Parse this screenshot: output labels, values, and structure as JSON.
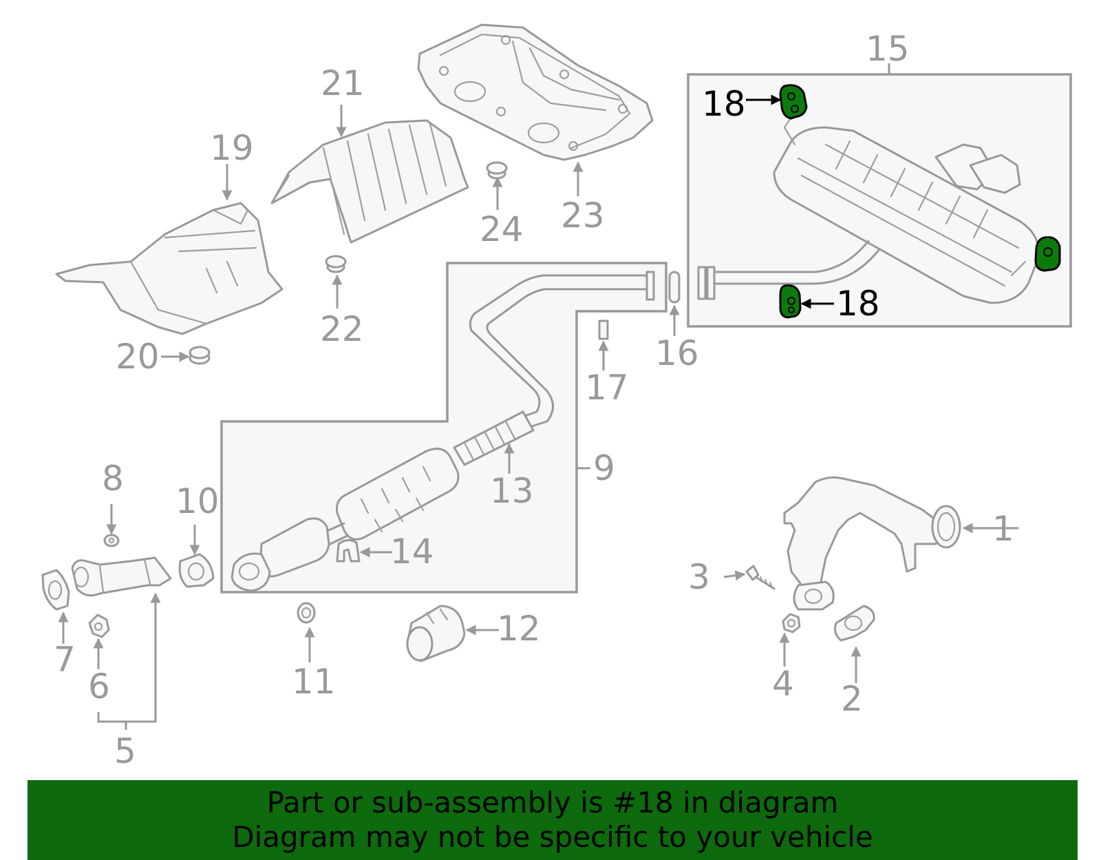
{
  "diagram": {
    "highlight_color": "#0c7a0c",
    "callouts": {
      "c1": "1",
      "c2": "2",
      "c3": "3",
      "c4": "4",
      "c5": "5",
      "c6": "6",
      "c7": "7",
      "c8": "8",
      "c9": "9",
      "c10": "10",
      "c11": "11",
      "c12": "12",
      "c13": "13",
      "c14": "14",
      "c15": "15",
      "c16": "16",
      "c17": "17",
      "c18a": "18",
      "c18b": "18",
      "c19": "19",
      "c20": "20",
      "c21": "21",
      "c22": "22",
      "c23": "23",
      "c24": "24"
    }
  },
  "banner": {
    "line1": "Part or sub-assembly is #18 in diagram",
    "line2": "Diagram may not be specific to your vehicle",
    "background": "#0d6a0d"
  }
}
